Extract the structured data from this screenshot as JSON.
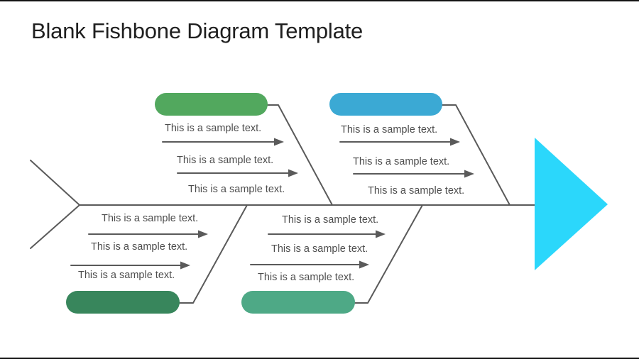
{
  "slide": {
    "title": "Blank Fishbone Diagram Template"
  },
  "diagram": {
    "type": "fishbone",
    "colors": {
      "line": "#5A5A5A",
      "text": "#4D4D4D",
      "head": "#2BD7FB"
    },
    "bones": [
      {
        "position": "top-left",
        "pill_color": "#52A85E",
        "labels": [
          "This is a sample text.",
          "This is a sample text.",
          "This is a sample text."
        ]
      },
      {
        "position": "top-right",
        "pill_color": "#3BA9D4",
        "labels": [
          "This is a sample text.",
          "This is a sample text.",
          "This is a sample text."
        ]
      },
      {
        "position": "bottom-left",
        "pill_color": "#38865C",
        "labels": [
          "This is a sample text.",
          "This is a sample text.",
          "This is a sample text."
        ]
      },
      {
        "position": "bottom-center",
        "pill_color": "#4EA986",
        "labels": [
          "This is a sample text.",
          "This is a sample text.",
          "This is a sample text."
        ]
      }
    ]
  }
}
